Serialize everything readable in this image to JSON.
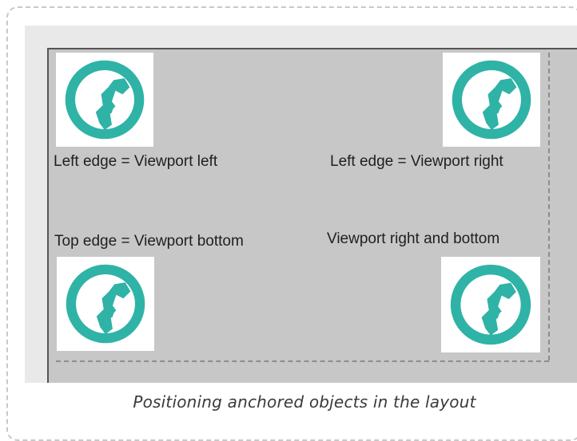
{
  "figure": {
    "caption": "Positioning anchored objects in the layout",
    "accent_color": "#2fb3a6",
    "icon": "globe-icon",
    "anchors": [
      {
        "label": "Left edge = Viewport left"
      },
      {
        "label": "Left edge = Viewport right"
      },
      {
        "label": "Top edge = Viewport bottom"
      },
      {
        "label": "Viewport right and bottom"
      }
    ]
  }
}
